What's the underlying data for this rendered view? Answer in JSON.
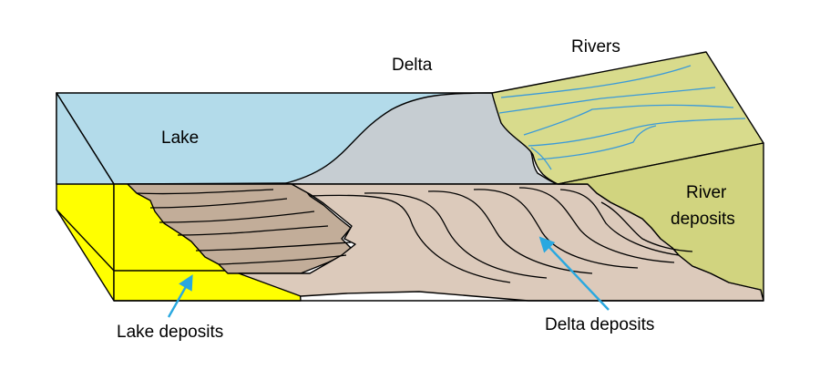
{
  "labels": {
    "lake": "Lake",
    "delta": "Delta",
    "rivers": "Rivers",
    "river_deposits": [
      "River",
      "deposits"
    ],
    "lake_deposits": "Lake deposits",
    "delta_deposits": "Delta deposits"
  },
  "colors": {
    "lake_water": "#b3dbea",
    "delta_surface": "#c6cdd2",
    "river_plain": "#d8db8c",
    "river_channels": "#3a9ad9",
    "lake_deposits": "#ffff00",
    "delta_front": "#c2ad99",
    "delta_deposits": "#dccabb",
    "river_deposits_side": "#d1d47f",
    "arrows": "#29a8e0"
  }
}
